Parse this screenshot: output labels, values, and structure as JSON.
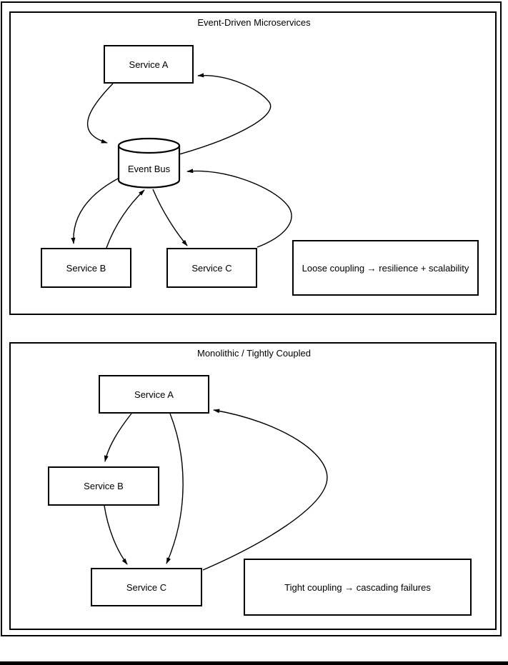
{
  "canvas": {
    "background_color": "#ffffff",
    "stroke_color": "#000000"
  },
  "panels": {
    "top": {
      "title": "Event-Driven Microservices",
      "nodes": {
        "service_a": {
          "label": "Service A",
          "shape": "rectangle"
        },
        "event_bus": {
          "label": "Event Bus",
          "shape": "cylinder"
        },
        "service_b": {
          "label": "Service B",
          "shape": "rectangle"
        },
        "service_c": {
          "label": "Service C",
          "shape": "rectangle"
        }
      },
      "note": {
        "text": "Loose coupling → resilience + scalability"
      },
      "edges": [
        {
          "from": "Service A",
          "to": "Event Bus"
        },
        {
          "from": "Event Bus",
          "to": "Service A"
        },
        {
          "from": "Event Bus",
          "to": "Service B"
        },
        {
          "from": "Service B",
          "to": "Event Bus"
        },
        {
          "from": "Event Bus",
          "to": "Service C"
        },
        {
          "from": "Service C",
          "to": "Event Bus"
        }
      ]
    },
    "bottom": {
      "title": "Monolithic / Tightly Coupled",
      "nodes": {
        "service_a": {
          "label": "Service A",
          "shape": "rectangle"
        },
        "service_b": {
          "label": "Service B",
          "shape": "rectangle"
        },
        "service_c": {
          "label": "Service C",
          "shape": "rectangle"
        }
      },
      "note": {
        "text": "Tight coupling → cascading failures"
      },
      "edges": [
        {
          "from": "Service A",
          "to": "Service B"
        },
        {
          "from": "Service A",
          "to": "Service C"
        },
        {
          "from": "Service B",
          "to": "Service C"
        },
        {
          "from": "Service C",
          "to": "Service A"
        }
      ]
    }
  }
}
